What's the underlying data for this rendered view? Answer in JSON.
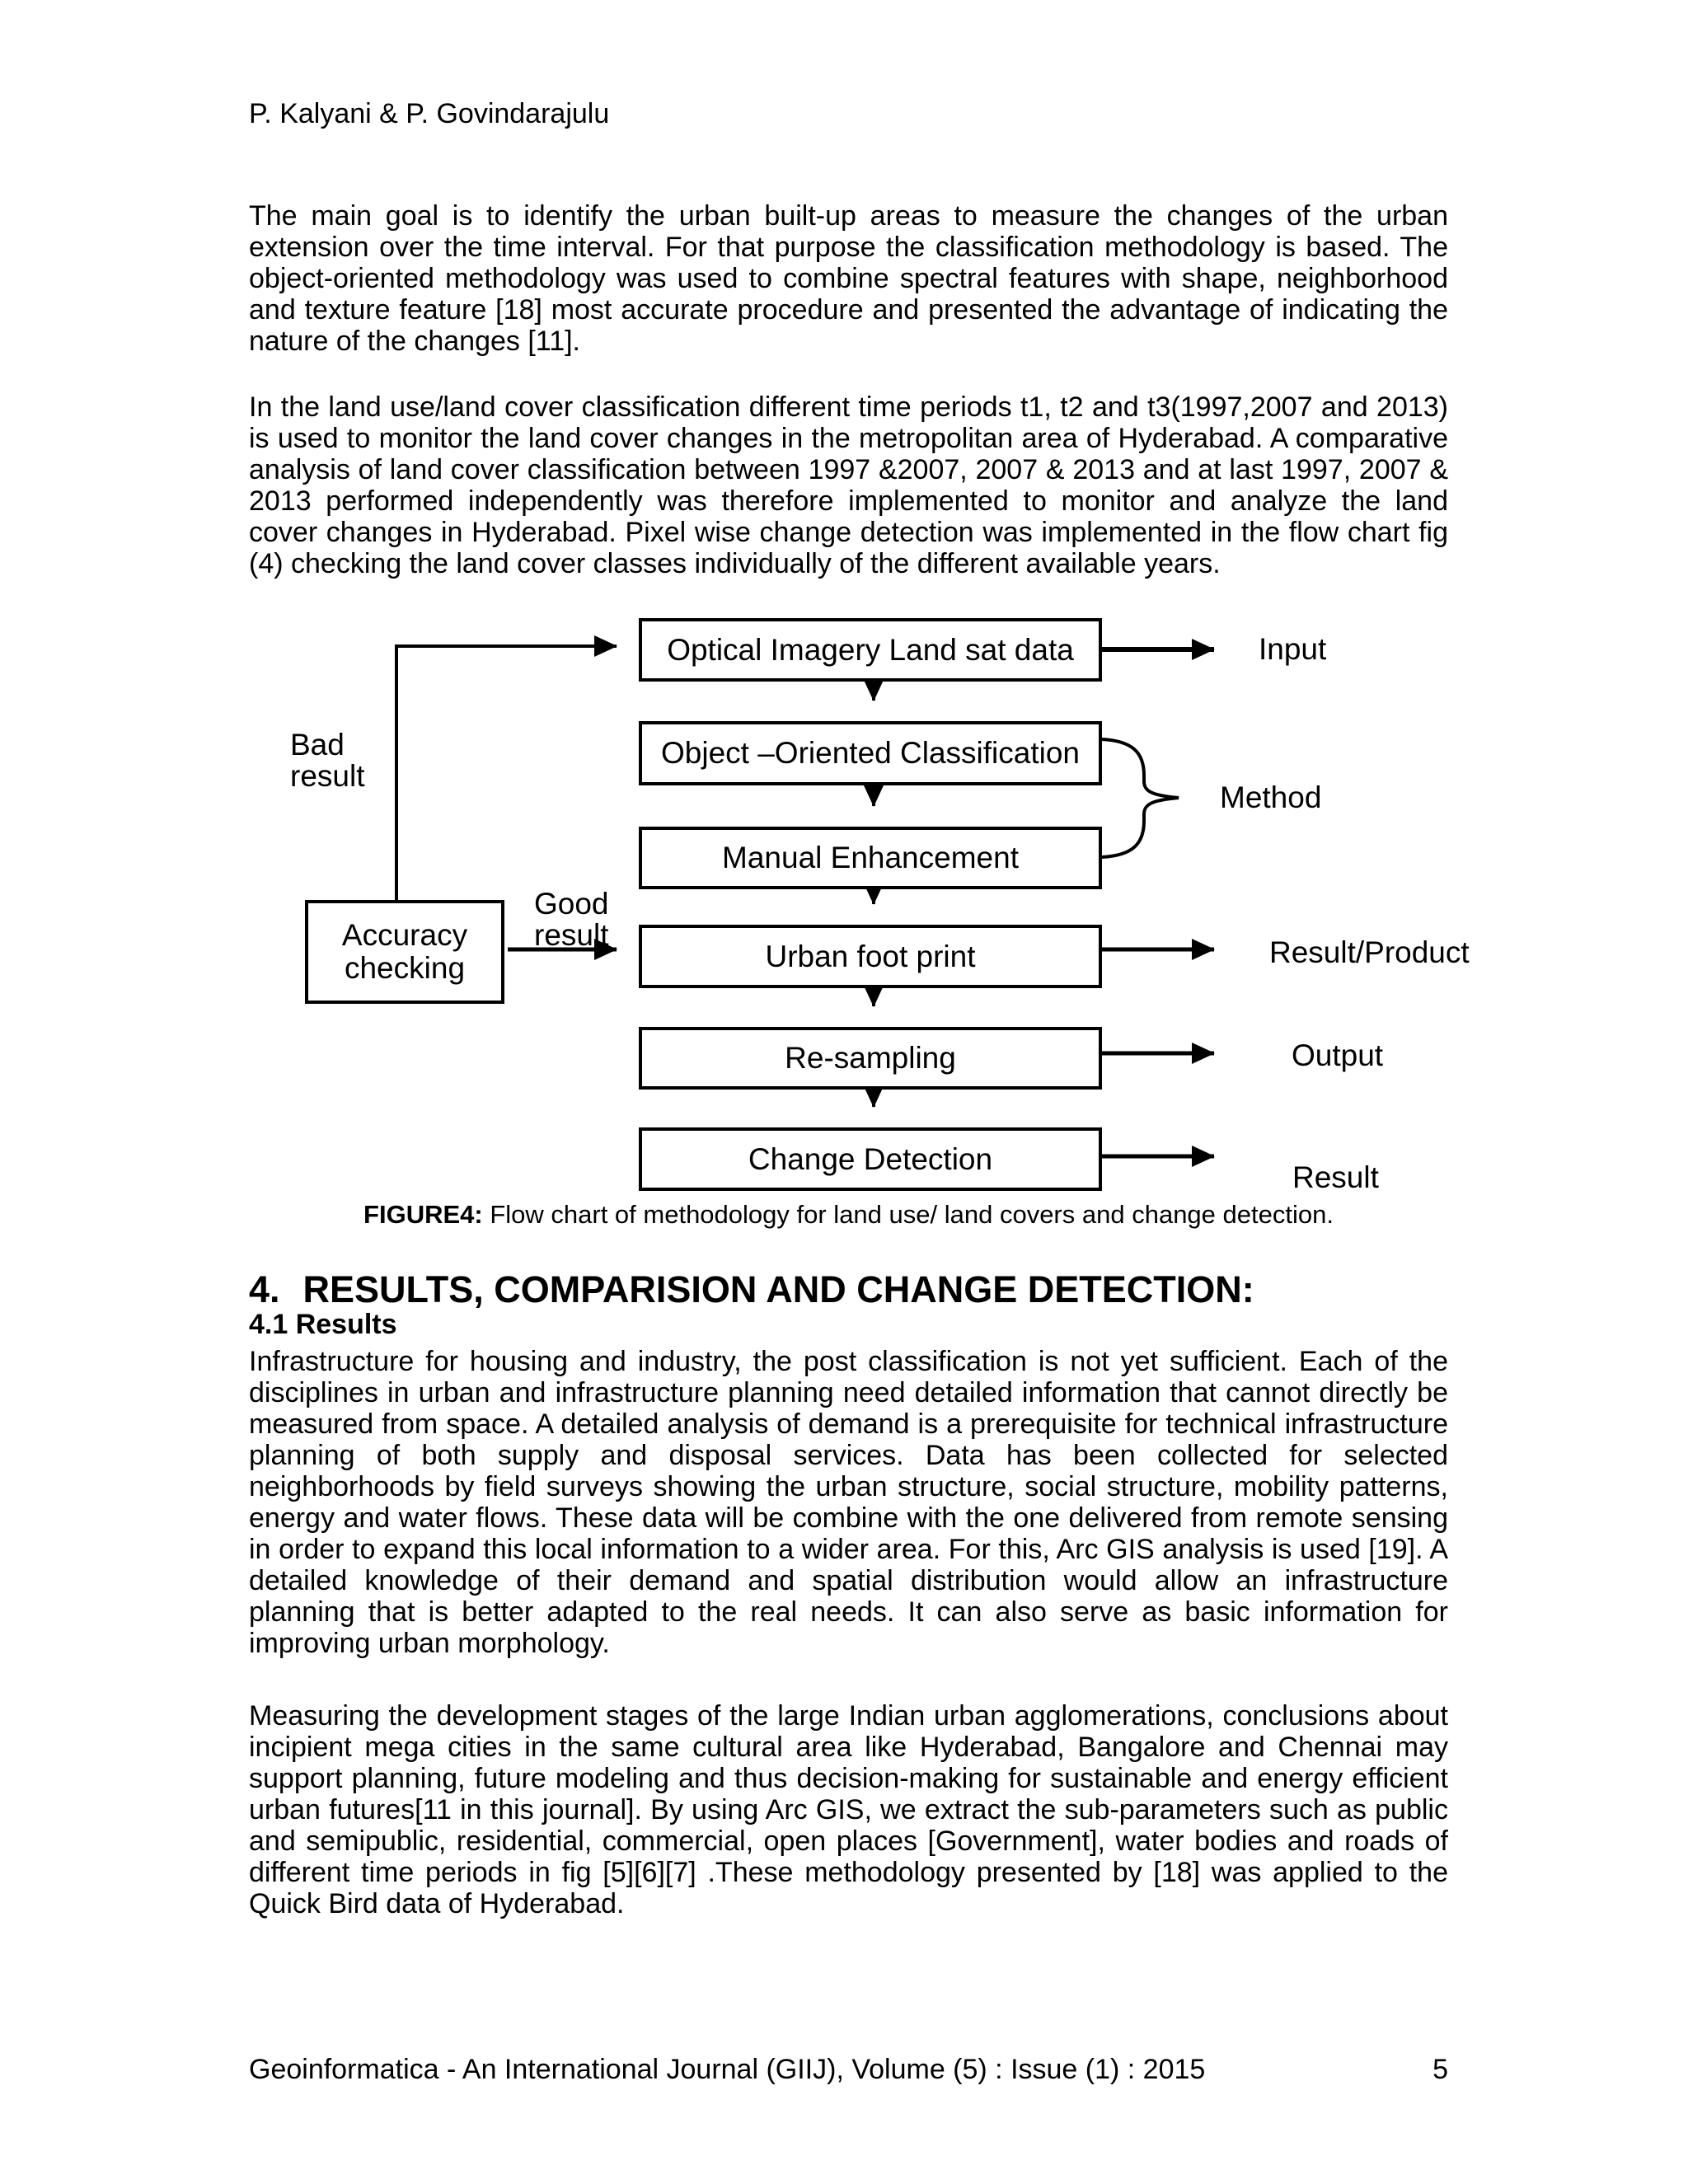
{
  "header": {
    "authors": "P. Kalyani & P. Govindarajulu"
  },
  "paragraphs": {
    "p1": "The main goal is to identify the urban built-up areas to measure the changes of the urban extension over the time interval. For that purpose the classification methodology is based. The object-oriented methodology was used to combine spectral features with shape, neighborhood and texture feature [18] most accurate procedure and presented the advantage of indicating the nature of the changes [11].",
    "p2": "In the land use/land cover classification different time periods t1, t2 and t3(1997,2007 and 2013) is used to monitor the land cover changes in the metropolitan area of Hyderabad. A comparative analysis of land cover classification between 1997 &2007, 2007 & 2013 and at last 1997, 2007 & 2013 performed independently was therefore implemented to monitor and analyze the land cover changes in Hyderabad. Pixel wise change detection was implemented in the flow chart fig (4) checking the land cover classes individually of the different available years.",
    "p3": "Infrastructure for housing and industry, the post classification is not yet sufficient. Each of the disciplines in urban and infrastructure planning need detailed information that cannot directly be measured from space. A detailed analysis of demand is a prerequisite for technical infrastructure planning of both supply and disposal services. Data has been collected for selected neighborhoods by field surveys showing the urban structure, social structure, mobility patterns, energy and water flows. These data will be combine with the one delivered from remote sensing in order to expand this local information to a wider area.  For this, Arc GIS analysis is used [19]. A detailed knowledge of their demand and spatial distribution would allow an infrastructure planning that is better adapted to the real needs. It can also serve as basic information for improving urban morphology.",
    "p4": "Measuring the development stages of the large Indian urban agglomerations, conclusions about incipient mega cities in the same cultural area like Hyderabad, Bangalore and Chennai may support planning, future modeling and thus decision-making for sustainable and energy efficient urban futures[11 in this journal]. By using Arc GIS, we extract the sub-parameters such as public and semipublic, residential, commercial, open places [Government], water bodies and roads of different time periods in fig [5][6][7] .These methodology presented by [18] was applied to the Quick Bird data of Hyderabad."
  },
  "figure": {
    "caption_label": "FIGURE4:",
    "caption_text": " Flow chart of methodology for land use/ land covers and change detection.",
    "nodes": {
      "optical": "Optical Imagery Land sat data",
      "object": "Object –Oriented Classification",
      "manual": "Manual Enhancement",
      "urban": "Urban foot print",
      "resampling": "Re-sampling",
      "change": "Change Detection",
      "accuracy": "Accuracy checking"
    },
    "labels": {
      "input": "Input",
      "method": "Method",
      "result_product": "Result/Product",
      "output": "Output",
      "result": "Result",
      "bad_result": "Bad result",
      "good_result": "Good result"
    }
  },
  "section": {
    "number": "4.",
    "title": "RESULTS, COMPARISION AND CHANGE DETECTION:",
    "subsection_title": "4.1 Results"
  },
  "footer": {
    "journal_line": "Geoinformatica - An International Journal (GIIJ), Volume (5) : Issue (1) : 2015",
    "page_number": "5"
  },
  "colors": {
    "ink": "#000000",
    "paper": "#ffffff"
  }
}
